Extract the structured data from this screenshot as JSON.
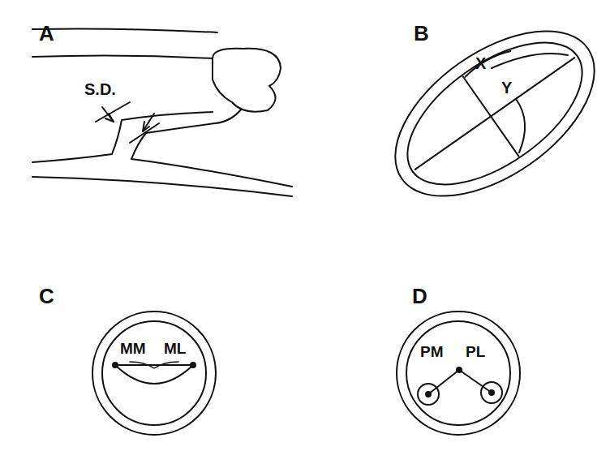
{
  "diagram": {
    "labels": [
      "A",
      "S.D.",
      "B",
      "X",
      "Y",
      "C",
      "MM",
      "ML",
      "D",
      "PM",
      "PL"
    ]
  }
}
